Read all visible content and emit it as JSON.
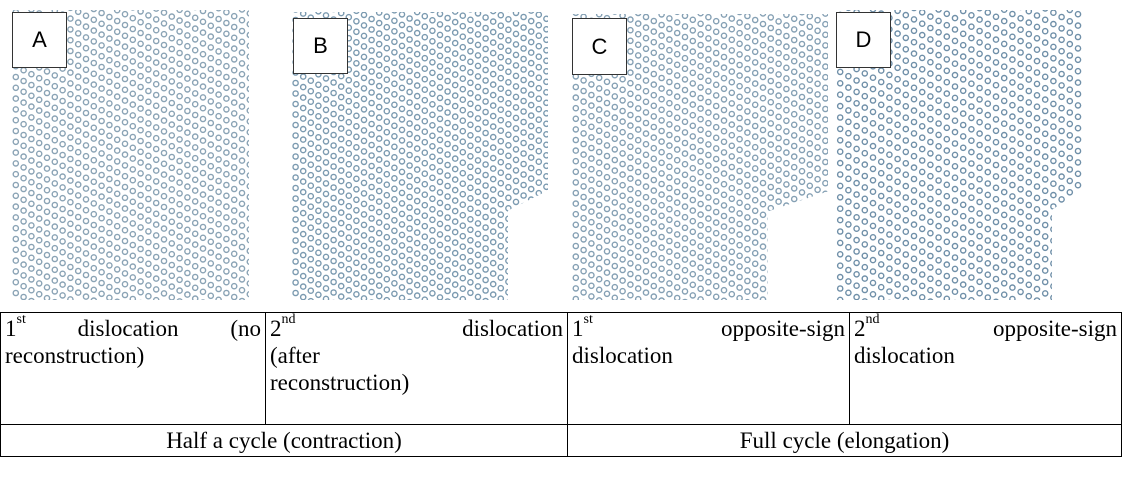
{
  "panels": [
    {
      "label": "A",
      "atom_color": "#8aa3b5"
    },
    {
      "label": "B",
      "atom_color": "#7b9ab0"
    },
    {
      "label": "C",
      "atom_color": "#85a0b4"
    },
    {
      "label": "D",
      "atom_color": "#6f8fa8"
    }
  ],
  "table": {
    "row1": [
      {
        "ord": "1",
        "sup": "st",
        "rest_line1": "dislocation (no",
        "line2": "reconstruction)",
        "line3": ""
      },
      {
        "ord": "2",
        "sup": "nd",
        "rest_line1": "dislocation",
        "line2": "(after",
        "line3": "reconstruction)"
      },
      {
        "ord": "1",
        "sup": "st",
        "rest_line1": "opposite-sign",
        "line2": "dislocation",
        "line3": ""
      },
      {
        "ord": "2",
        "sup": "nd",
        "rest_line1": "opposite-sign",
        "line2": "dislocation",
        "line3": ""
      }
    ],
    "row2": [
      "Half a cycle (contraction)",
      "Full cycle (elongation)"
    ]
  }
}
